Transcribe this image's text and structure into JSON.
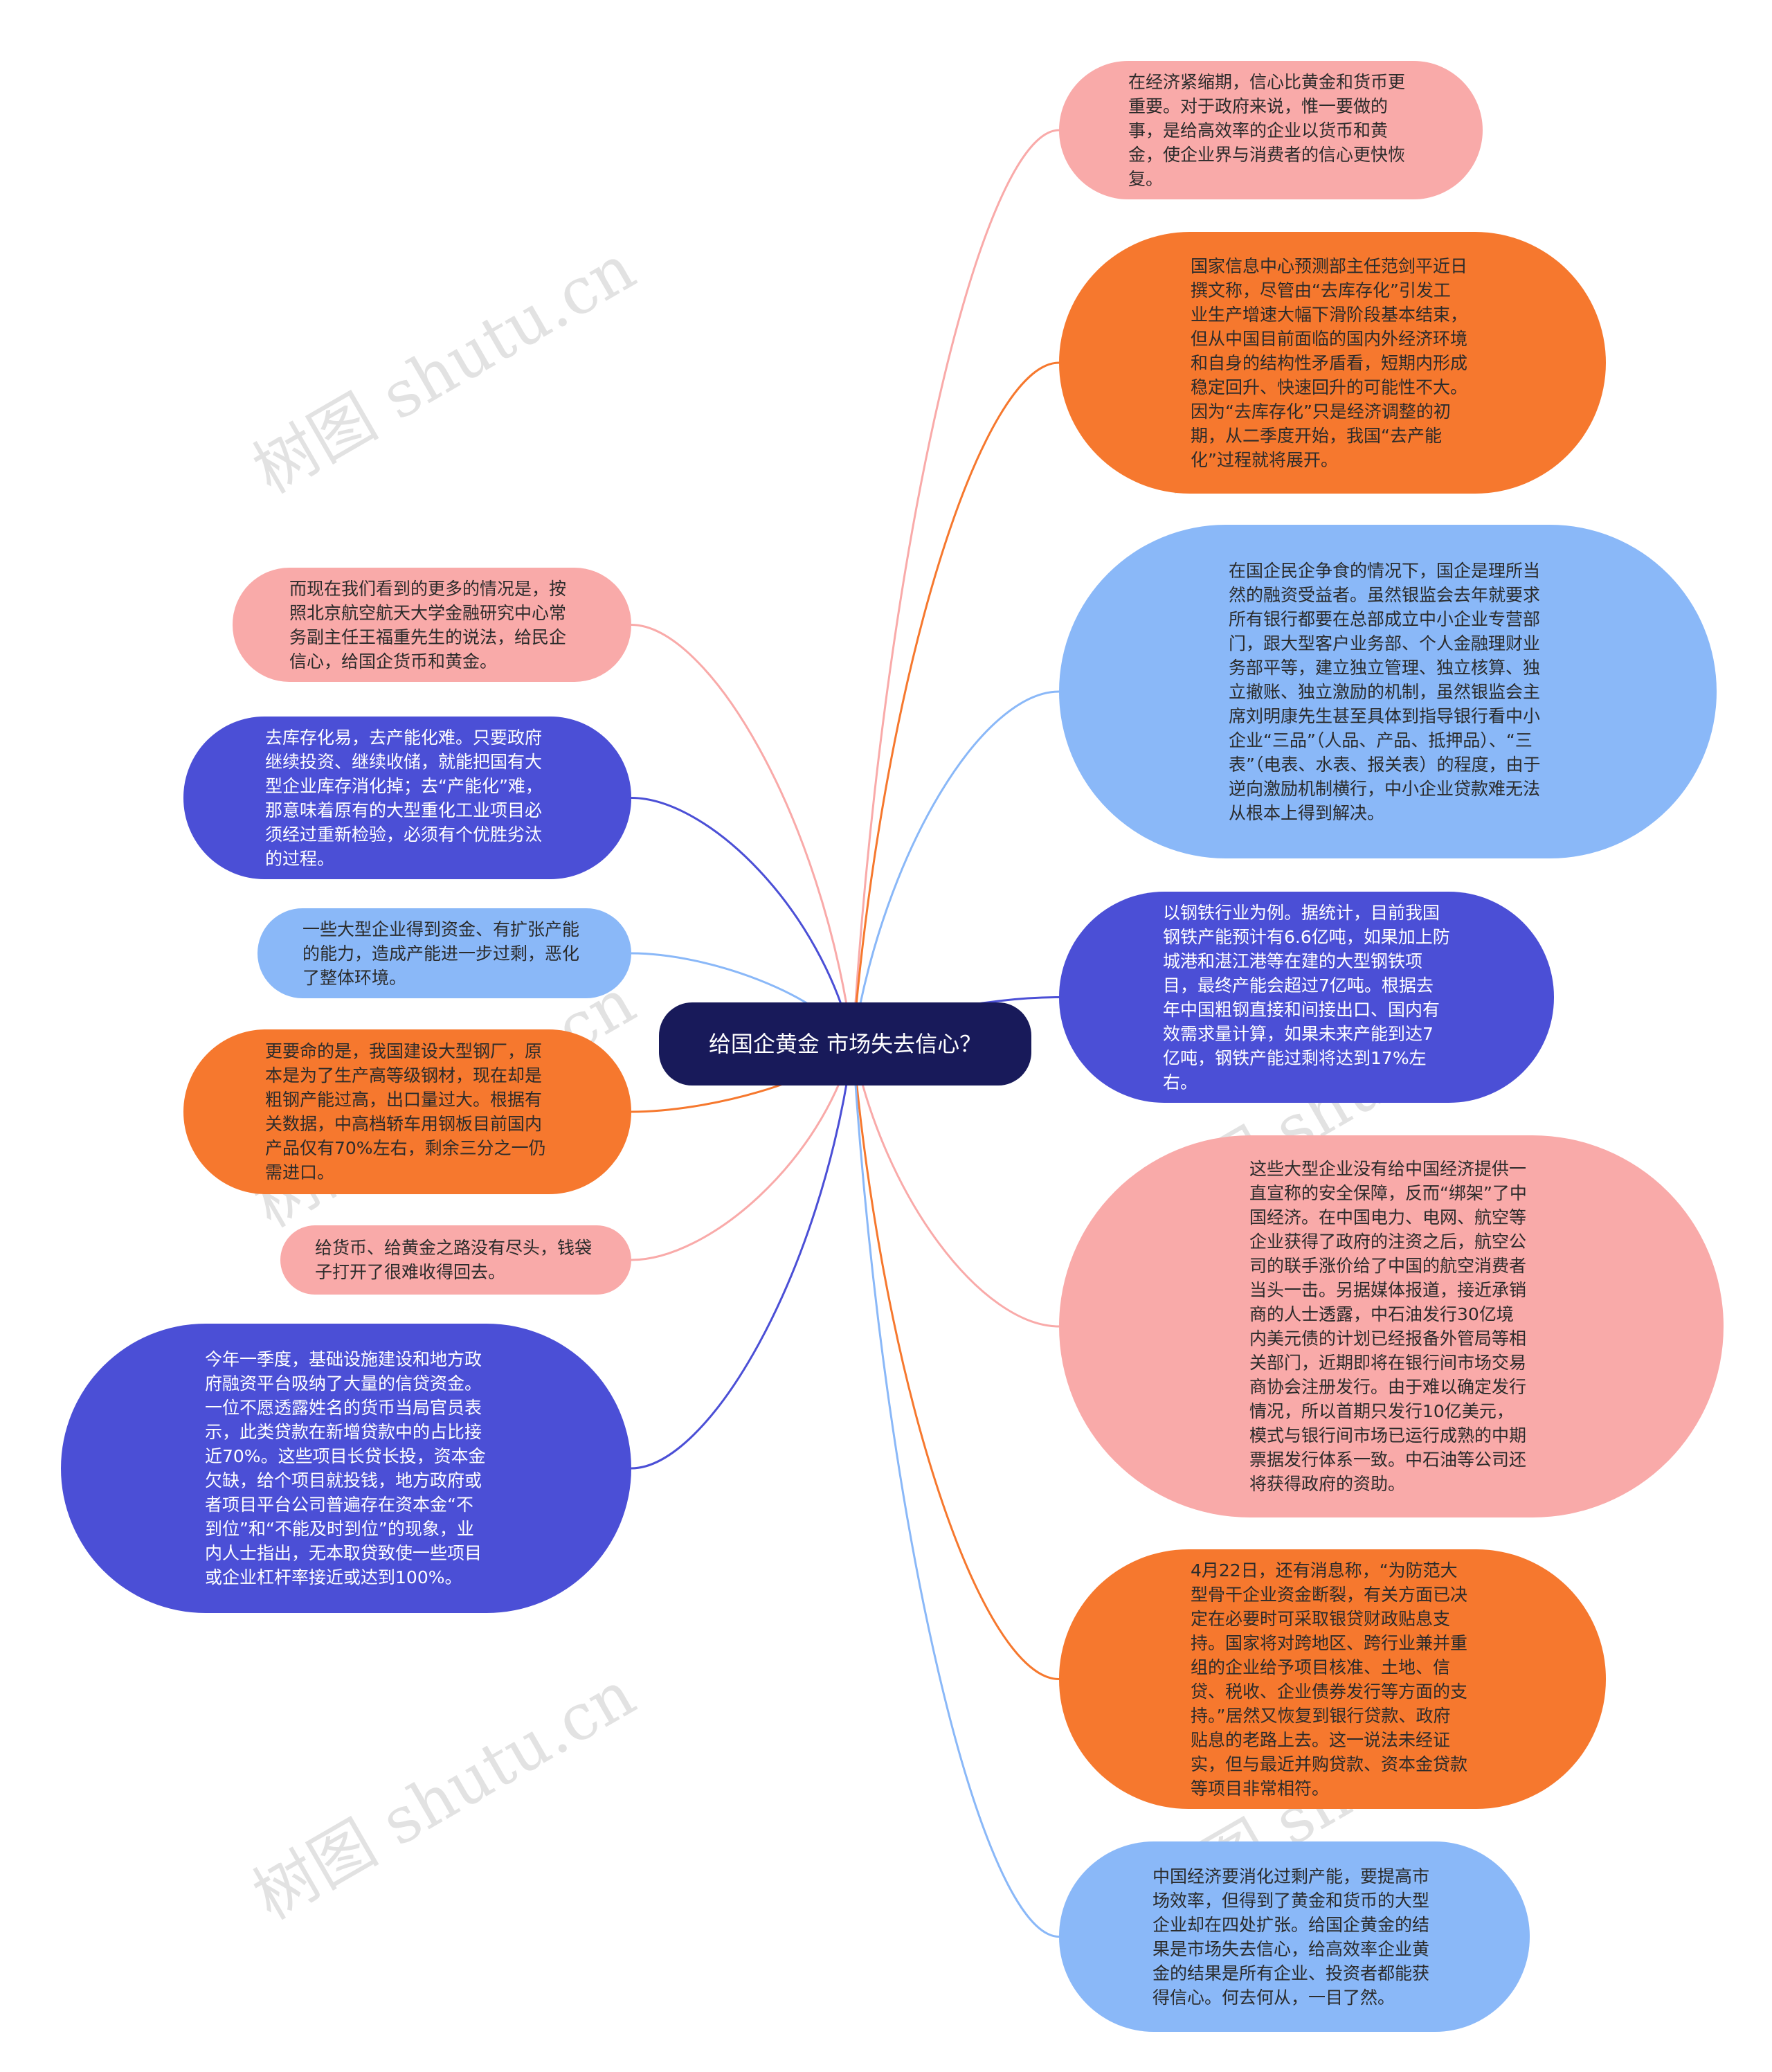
{
  "root": {
    "title": "给国企黄金 市场失去信心？"
  },
  "colors": {
    "pink": "#f9aaa9",
    "orange": "#f6782e",
    "light_blue": "#8ab8f8",
    "dark_blue": "#4b4fd6",
    "root": "#181a5a"
  },
  "watermark": "树图 shutu.cn",
  "nodes": [
    {
      "id": "r1",
      "color": "pink",
      "text": "在经济紧缩期，信心比黄金和货币更重要。对于政府来说，惟一要做的事，是给高效率的企业以货币和黄金，使企业界与消费者的信心更快恢复。"
    },
    {
      "id": "r2",
      "color": "orange",
      "text": "国家信息中心预测部主任范剑平近日撰文称，尽管由“去库存化”引发工业生产增速大幅下滑阶段基本结束，但从中国目前面临的国内外经济环境和自身的结构性矛盾看，短期内形成稳定回升、快速回升的可能性不大。因为“去库存化”只是经济调整的初期，从二季度开始，我国“去产能化”过程就将展开。"
    },
    {
      "id": "r3",
      "color": "lblue",
      "text": "在国企民企争食的情况下，国企是理所当然的融资受益者。虽然银监会去年就要求所有银行都要在总部成立中小企业专营部门，跟大型客户业务部、个人金融理财业务部平等，建立独立管理、独立核算、独立撤账、独立激励的机制，虽然银监会主席刘明康先生甚至具体到指导银行看中小企业“三品”（人品、产品、抵押品）、“三表”（电表、水表、报关表）的程度，由于逆向激励机制横行，中小企业贷款难无法从根本上得到解决。"
    },
    {
      "id": "r4",
      "color": "dblue",
      "text": "以钢铁行业为例。据统计，目前我国钢铁产能预计有6.6亿吨，如果加上防城港和湛江港等在建的大型钢铁项目，最终产能会超过7亿吨。根据去年中国粗钢直接和间接出口、国内有效需求量计算，如果未来产能到达7亿吨，钢铁产能过剩将达到17%左右。"
    },
    {
      "id": "r5",
      "color": "pink",
      "text": "这些大型企业没有给中国经济提供一直宣称的安全保障，反而“绑架”了中国经济。在中国电力、电网、航空等企业获得了政府的注资之后，航空公司的联手涨价给了中国的航空消费者当头一击。另据媒体报道，接近承销商的人士透露，中石油发行30亿境内美元债的计划已经报备外管局等相关部门，近期即将在银行间市场交易商协会注册发行。由于难以确定发行情况，所以首期只发行10亿美元，模式与银行间市场已运行成熟的中期票据发行体系一致。中石油等公司还将获得政府的资助。"
    },
    {
      "id": "r6",
      "color": "orange",
      "text": "4月22日，还有消息称，“为防范大型骨干企业资金断裂，有关方面已决定在必要时可采取银贷财政贴息支持。国家将对跨地区、跨行业兼并重组的企业给予项目核准、土地、信贷、税收、企业债券发行等方面的支持。”居然又恢复到银行贷款、政府贴息的老路上去。这一说法未经证实，但与最近并购贷款、资本金贷款等项目非常相符。"
    },
    {
      "id": "r7",
      "color": "lblue",
      "text": "中国经济要消化过剩产能，要提高市场效率，但得到了黄金和货币的大型企业却在四处扩张。给国企黄金的结果是市场失去信心，给高效率企业黄金的结果是所有企业、投资者都能获得信心。何去何从，一目了然。"
    },
    {
      "id": "l1",
      "color": "pink",
      "text": "而现在我们看到的更多的情况是，按照北京航空航天大学金融研究中心常务副主任王福重先生的说法，给民企信心，给国企货币和黄金。"
    },
    {
      "id": "l2",
      "color": "dblue",
      "text": "去库存化易，去产能化难。只要政府继续投资、继续收储，就能把国有大型企业库存消化掉；去“产能化”难，那意味着原有的大型重化工业项目必须经过重新检验，必须有个优胜劣汰的过程。"
    },
    {
      "id": "l3",
      "color": "lblue",
      "text": "一些大型企业得到资金、有扩张产能的能力，造成产能进一步过剩，恶化了整体环境。"
    },
    {
      "id": "l4",
      "color": "orange",
      "text": "更要命的是，我国建设大型钢厂，原本是为了生产高等级钢材，现在却是粗钢产能过高，出口量过大。根据有关数据，中高档轿车用钢板目前国内产品仅有70%左右，剩余三分之一仍需进口。"
    },
    {
      "id": "l5",
      "color": "pink",
      "text": "给货币、给黄金之路没有尽头，钱袋子打开了很难收得回去。"
    },
    {
      "id": "l6",
      "color": "dblue",
      "text": "今年一季度，基础设施建设和地方政府融资平台吸纳了大量的信贷资金。一位不愿透露姓名的货币当局官员表示，此类贷款在新增贷款中的占比接近70%。这些项目长贷长投，资本金欠缺，给个项目就投钱，地方政府或者项目平台公司普遍存在资本金“不到位”和“不能及时到位”的现象，业内人士指出，无本取贷致使一些项目或企业杠杆率接近或达到100%。"
    }
  ]
}
